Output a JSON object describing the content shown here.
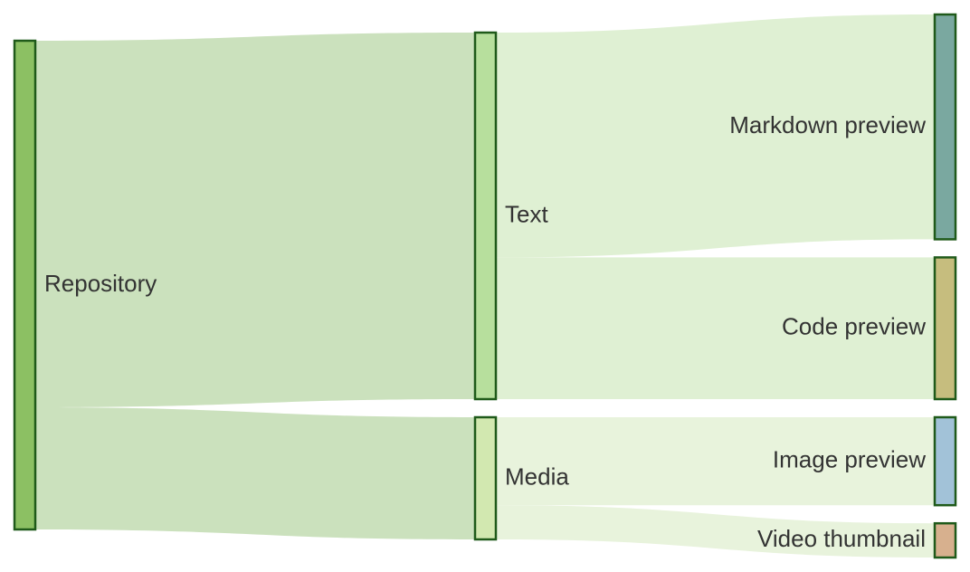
{
  "chart_data": {
    "type": "sankey",
    "nodes": [
      {
        "id": "repository",
        "label": "Repository",
        "column": 0,
        "color": "#8cc063"
      },
      {
        "id": "text",
        "label": "Text",
        "column": 1,
        "color": "#b7df9d"
      },
      {
        "id": "media",
        "label": "Media",
        "column": 1,
        "color": "#d2e8b0"
      },
      {
        "id": "markdown",
        "label": "Markdown preview",
        "column": 2,
        "color": "#7aa8a0"
      },
      {
        "id": "code",
        "label": "Code preview",
        "column": 2,
        "color": "#c6bd7e"
      },
      {
        "id": "image",
        "label": "Image preview",
        "column": 2,
        "color": "#a2c2d8"
      },
      {
        "id": "video",
        "label": "Video thumbnail",
        "column": 2,
        "color": "#d7b08e"
      }
    ],
    "links": [
      {
        "source": "repository",
        "target": "text",
        "value": 75,
        "color": "#cbe1bd"
      },
      {
        "source": "repository",
        "target": "media",
        "value": 25,
        "color": "#cbe1bd"
      },
      {
        "source": "text",
        "target": "markdown",
        "value": 46,
        "color": "#dff0d3"
      },
      {
        "source": "text",
        "target": "code",
        "value": 29,
        "color": "#dff0d3"
      },
      {
        "source": "media",
        "target": "image",
        "value": 18,
        "color": "#e8f3dc"
      },
      {
        "source": "media",
        "target": "video",
        "value": 7,
        "color": "#e8f3dc"
      }
    ],
    "node_stroke_color": "#1f5a1a"
  }
}
